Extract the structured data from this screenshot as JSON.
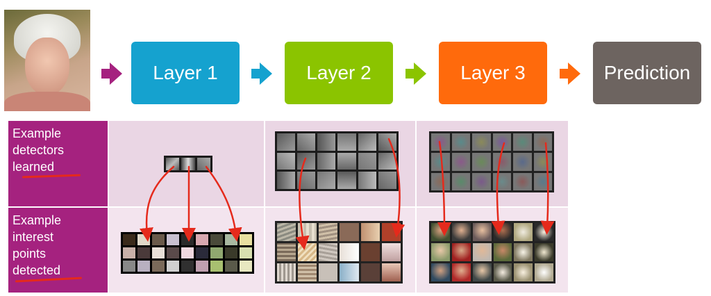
{
  "pipeline": {
    "boxes": [
      {
        "label": "Layer 1",
        "color": "#15a2cf"
      },
      {
        "label": "Layer 2",
        "color": "#8bc400"
      },
      {
        "label": "Layer 3",
        "color": "#ff6a0c"
      },
      {
        "label": "Prediction",
        "color": "#6d6460"
      }
    ],
    "arrow_colors": [
      "#a5227f",
      "#15a2cf",
      "#8bc400",
      "#ff6a0c"
    ]
  },
  "rows": {
    "detectors": {
      "lines": [
        "Example",
        "detectors",
        "learned"
      ]
    },
    "points": {
      "lines": [
        "Example",
        "interest",
        "points",
        "detected"
      ]
    }
  },
  "colors": {
    "label_bg": "#a5227f",
    "annotation_red": "#e52a1c"
  }
}
